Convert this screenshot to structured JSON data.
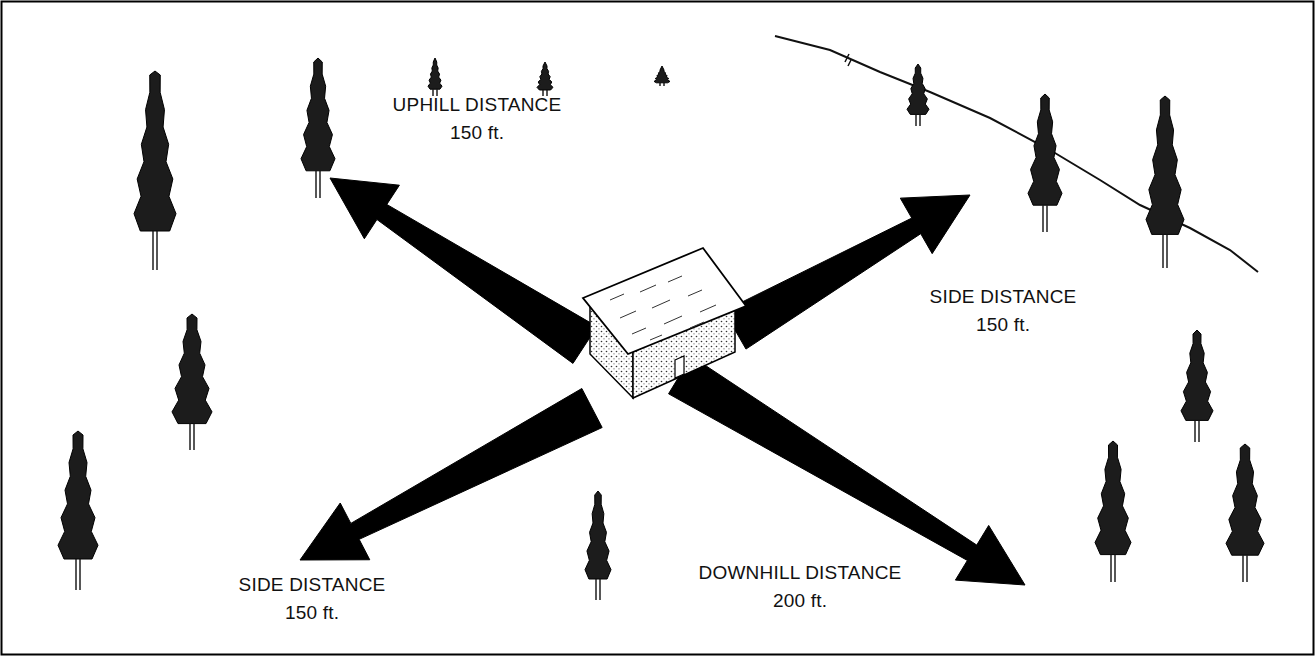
{
  "diagram": {
    "labels": [
      "UPHILL DISTANCE",
      "150 ft.",
      "SIDE DISTANCE",
      "150 ft.",
      "SIDE DISTANCE",
      "150 ft.",
      "DOWNHILL DISTANCE",
      "200 ft."
    ]
  }
}
